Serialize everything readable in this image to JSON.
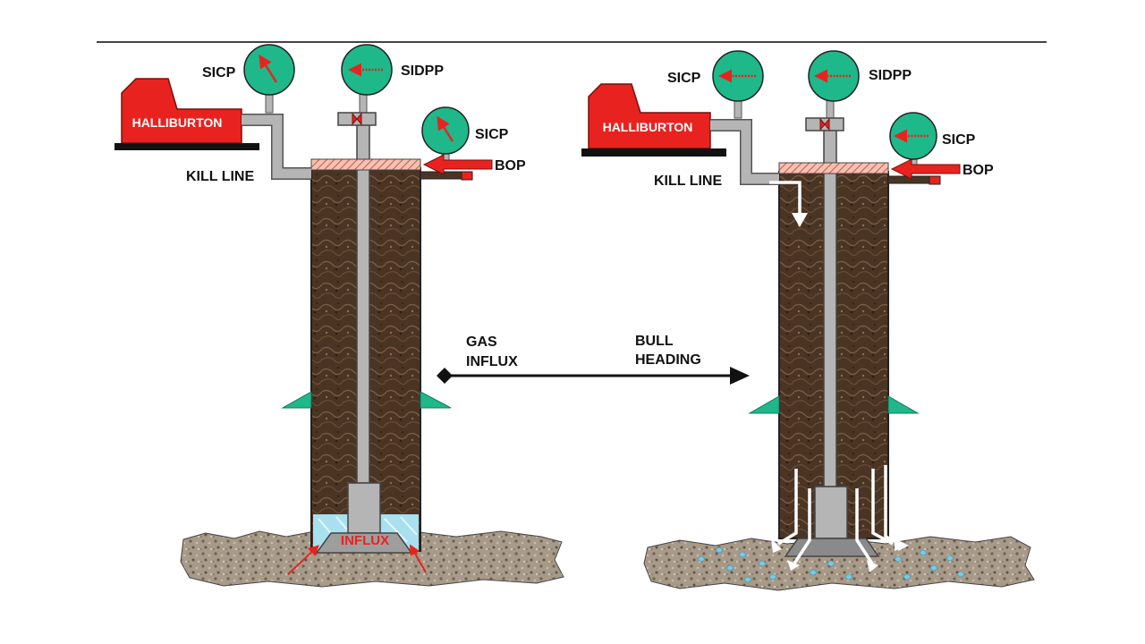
{
  "diagram": {
    "left": {
      "unit_label": "HALLIBURTON",
      "kill_line_label": "KILL LINE",
      "sicp_top_label": "SICP",
      "sidpp_label": "SIDPP",
      "sicp_right_label": "SICP",
      "bop_label": "BOP",
      "influx_label": "INFLUX"
    },
    "right": {
      "unit_label": "HALLIBURTON",
      "kill_line_label": "KILL LINE",
      "sicp_top_label": "SICP",
      "sidpp_label": "SIDPP",
      "sicp_right_label": "SICP",
      "bop_label": "BOP"
    },
    "transition": {
      "from_line1": "GAS",
      "from_line2": "INFLUX",
      "to_line1": "BULL",
      "to_line2": "HEADING"
    },
    "colors": {
      "halliburton_red": "#e8231f",
      "gauge_green": "#1fb88a",
      "pipe_grey": "#b5b5b5",
      "formation_brown": "#4a3424",
      "influx_blue": "#a8e0f0",
      "ground": "#a89a88"
    },
    "icons": [
      "gauge-icon",
      "valve-icon",
      "arrow-icon"
    ]
  }
}
